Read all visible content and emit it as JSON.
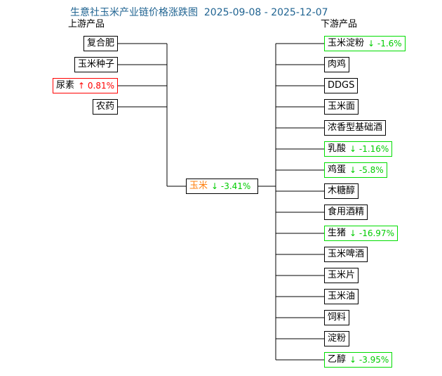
{
  "chart_data": {
    "type": "diagram",
    "title": "生意社玉米产业链价格涨跌图  2025-09-08 - 2025-12-07",
    "date_range": {
      "start": "2025-09-08",
      "end": "2025-12-07"
    },
    "title_color": "#1f6391",
    "colors": {
      "up": "#ff0000",
      "down": "#00cc00",
      "hub": "#ff7f0e",
      "line": "#000000"
    },
    "headers": {
      "upstream": "上游产品",
      "downstream": "下游产品"
    },
    "hub": {
      "name": "玉米",
      "pct": "↓ -3.41%",
      "value": -3.41,
      "direction": "down"
    },
    "upstream": [
      {
        "name": "复合肥",
        "pct": "",
        "value": null,
        "direction": "none"
      },
      {
        "name": "玉米种子",
        "pct": "",
        "value": null,
        "direction": "none"
      },
      {
        "name": "尿素",
        "pct": "↑ 0.81%",
        "value": 0.81,
        "direction": "up"
      },
      {
        "name": "农药",
        "pct": "",
        "value": null,
        "direction": "none"
      }
    ],
    "downstream": [
      {
        "name": "玉米淀粉",
        "pct": "↓ -1.6%",
        "value": -1.6,
        "direction": "down"
      },
      {
        "name": "肉鸡",
        "pct": "",
        "value": null,
        "direction": "none"
      },
      {
        "name": "DDGS",
        "pct": "",
        "value": null,
        "direction": "none"
      },
      {
        "name": "玉米面",
        "pct": "",
        "value": null,
        "direction": "none"
      },
      {
        "name": "浓香型基础酒",
        "pct": "",
        "value": null,
        "direction": "none"
      },
      {
        "name": "乳酸",
        "pct": "↓ -1.16%",
        "value": -1.16,
        "direction": "down"
      },
      {
        "name": "鸡蛋",
        "pct": "↓ -5.8%",
        "value": -5.8,
        "direction": "down"
      },
      {
        "name": "木糖醇",
        "pct": "",
        "value": null,
        "direction": "none"
      },
      {
        "name": "食用酒精",
        "pct": "",
        "value": null,
        "direction": "none"
      },
      {
        "name": "生猪",
        "pct": "↓ -16.97%",
        "value": -16.97,
        "direction": "down"
      },
      {
        "name": "玉米啤酒",
        "pct": "",
        "value": null,
        "direction": "none"
      },
      {
        "name": "玉米片",
        "pct": "",
        "value": null,
        "direction": "none"
      },
      {
        "name": "玉米油",
        "pct": "",
        "value": null,
        "direction": "none"
      },
      {
        "name": "饲料",
        "pct": "",
        "value": null,
        "direction": "none"
      },
      {
        "name": "淀粉",
        "pct": "",
        "value": null,
        "direction": "none"
      },
      {
        "name": "乙醇",
        "pct": "↓ -3.95%",
        "value": -3.95,
        "direction": "down"
      }
    ]
  }
}
